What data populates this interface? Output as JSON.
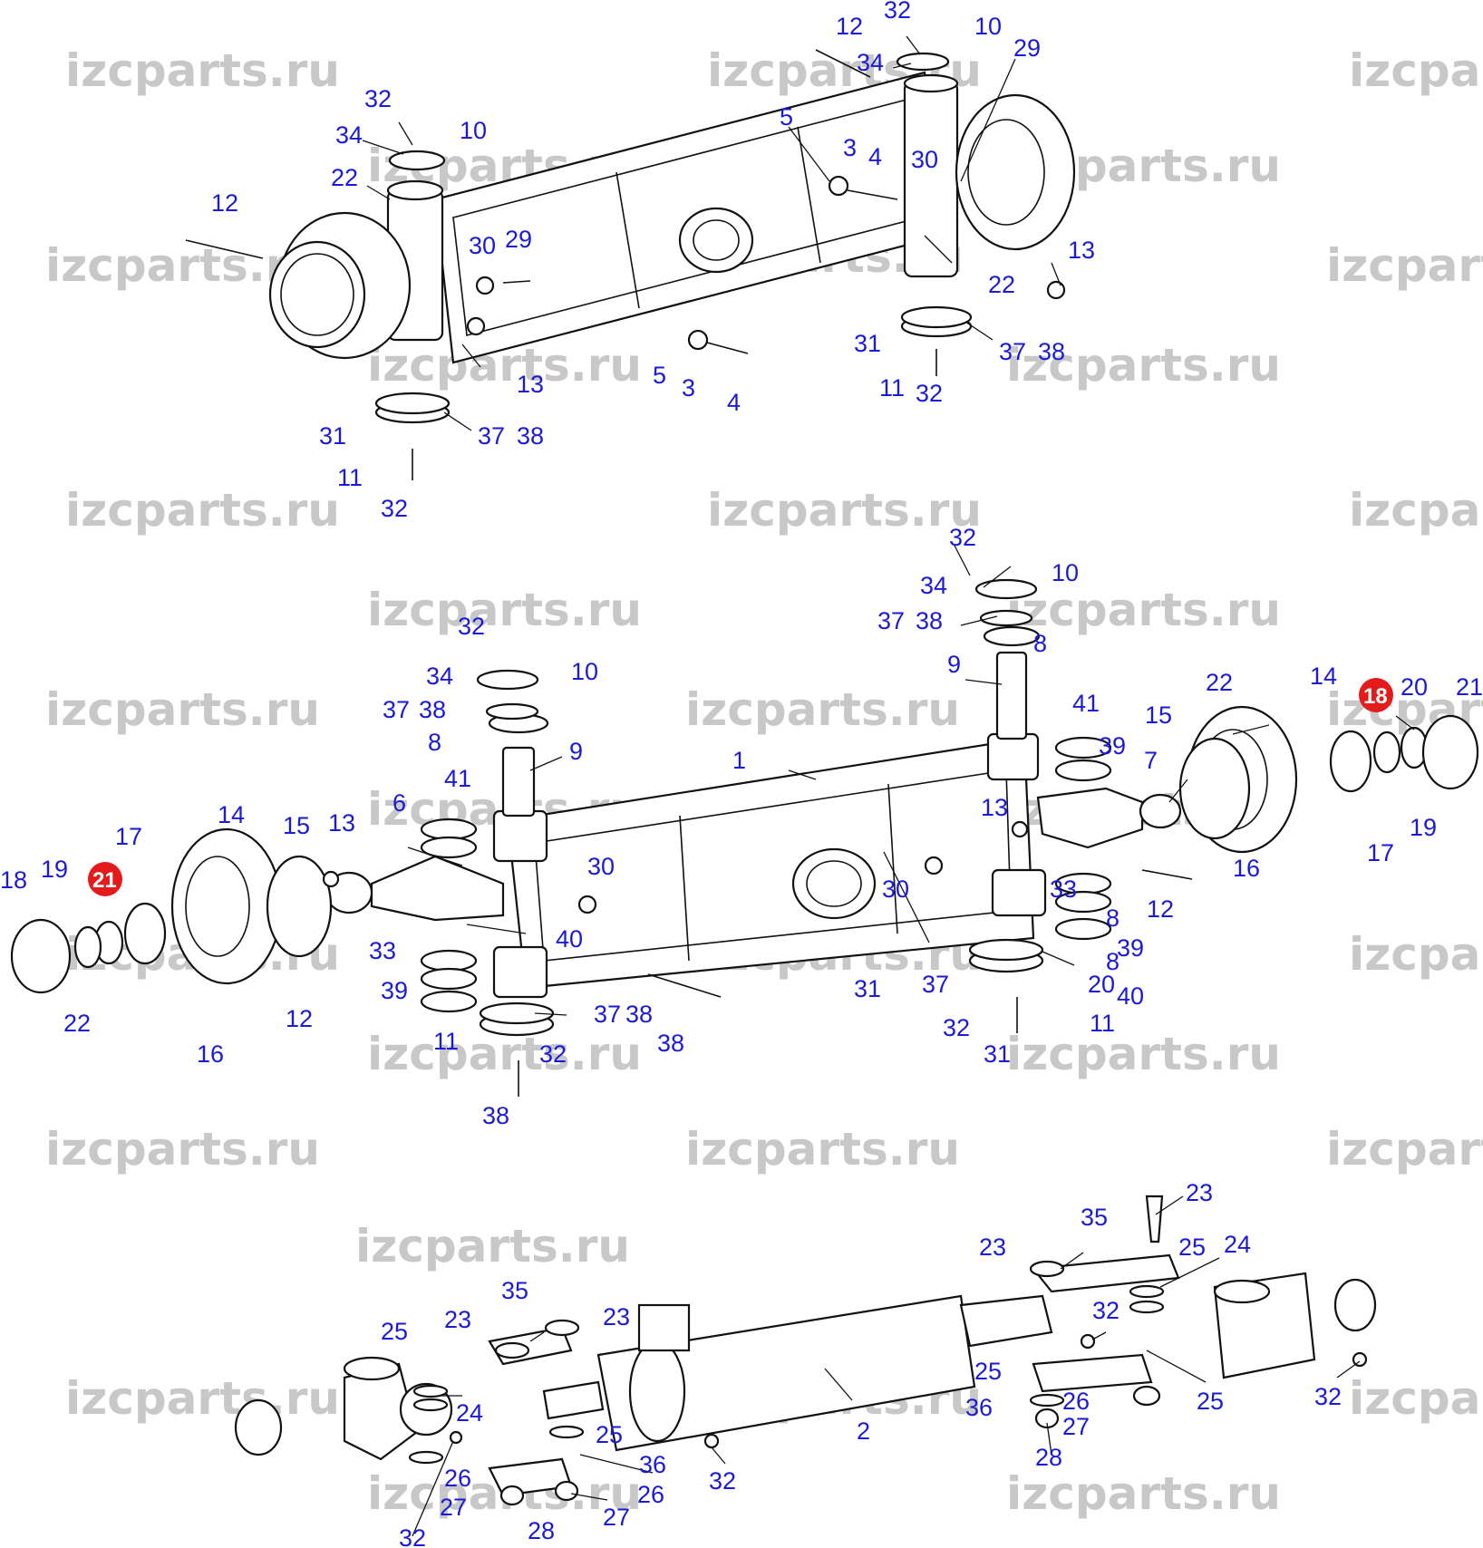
{
  "watermark": "izcparts.ru",
  "watermark_partial": [
    "izcpart",
    "izcpar"
  ],
  "highlight_color": "#e31b1b",
  "label_color": "#1a1ad8",
  "highlighted_part": "18",
  "view1_labels": [
    "12",
    "32",
    "10",
    "34",
    "29",
    "5",
    "3",
    "4",
    "30",
    "32",
    "34",
    "10",
    "22",
    "12",
    "30",
    "29",
    "13",
    "22",
    "31",
    "37",
    "38",
    "11",
    "32",
    "5",
    "3",
    "4",
    "13",
    "31",
    "37",
    "38",
    "11",
    "32"
  ],
  "view2_labels": [
    "32",
    "10",
    "34",
    "37",
    "38",
    "8",
    "9",
    "32",
    "34",
    "10",
    "37",
    "38",
    "8",
    "9",
    "22",
    "14",
    "18",
    "20",
    "21",
    "41",
    "15",
    "39",
    "1",
    "7",
    "19",
    "41",
    "13",
    "17",
    "16",
    "6",
    "30",
    "14",
    "15",
    "13",
    "17",
    "19",
    "18",
    "21",
    "30",
    "33",
    "8",
    "12",
    "40",
    "39",
    "33",
    "8",
    "39",
    "40",
    "31",
    "37",
    "20",
    "22",
    "16",
    "12",
    "38",
    "11",
    "32",
    "31",
    "11",
    "32",
    "38",
    "37",
    "38"
  ],
  "view3_labels": [
    "23",
    "35",
    "23",
    "25",
    "24",
    "32",
    "35",
    "23",
    "23",
    "25",
    "24",
    "36",
    "25",
    "25",
    "2",
    "26",
    "27",
    "28",
    "32",
    "32",
    "25",
    "36",
    "26",
    "26",
    "27",
    "27",
    "28",
    "32"
  ]
}
